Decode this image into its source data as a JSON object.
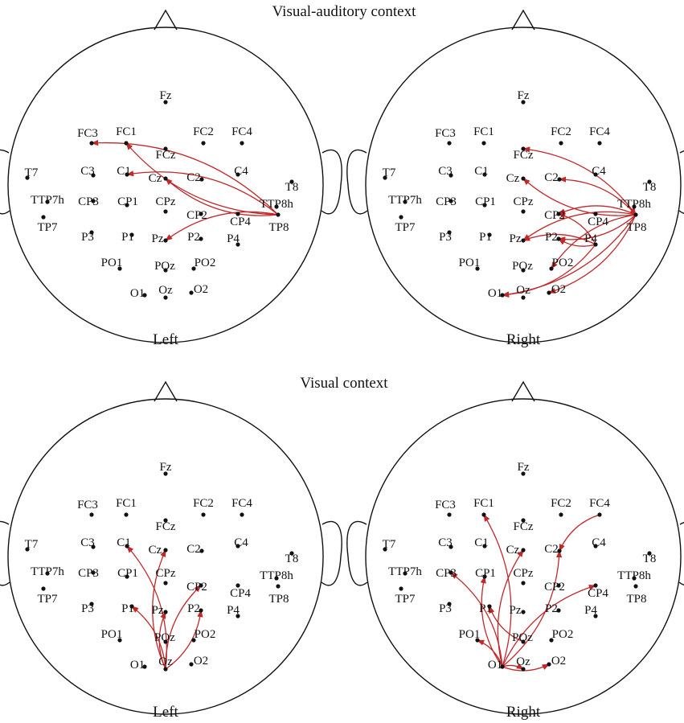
{
  "titles": {
    "top": "Visual-auditory context",
    "bottom": "Visual context"
  },
  "colors": {
    "connection": "#c0282a",
    "electrode": "#111111",
    "outline": "#111111"
  },
  "panels": [
    {
      "id": "va-left",
      "caption": "Left",
      "hidden": [],
      "labels": {},
      "connections": [
        [
          "TP8",
          "FC3"
        ],
        [
          "TP8",
          "FC1"
        ],
        [
          "TP8",
          "C1"
        ],
        [
          "TP8",
          "Cz"
        ],
        [
          "TP8",
          "Pz"
        ]
      ]
    },
    {
      "id": "va-right",
      "caption": "Right",
      "hidden": [],
      "labels": {},
      "connections": [
        [
          "TP8",
          "FCz"
        ],
        [
          "TP8",
          "Cz"
        ],
        [
          "TP8",
          "C2"
        ],
        [
          "TP8",
          "TTP8h"
        ],
        [
          "TP8",
          "CP2"
        ],
        [
          "TP8",
          "P2"
        ],
        [
          "TP8",
          "Pz"
        ],
        [
          "TP8",
          "O1"
        ],
        [
          "TP8",
          "PO2"
        ],
        [
          "TP8",
          "O2"
        ],
        [
          "P4",
          "CP2"
        ],
        [
          "P4",
          "P2"
        ],
        [
          "P4",
          "Pz"
        ],
        [
          "P4",
          "O1"
        ]
      ]
    },
    {
      "id": "v-left",
      "caption": "Left",
      "hidden": [],
      "labels": {},
      "connections": [
        [
          "Oz",
          "C1"
        ],
        [
          "Oz",
          "Cz"
        ],
        [
          "Oz",
          "P1"
        ],
        [
          "Oz",
          "Pz"
        ],
        [
          "Oz",
          "P2"
        ],
        [
          "Oz",
          "CP2"
        ]
      ]
    },
    {
      "id": "v-right",
      "caption": "Right",
      "hidden": [],
      "labels": {},
      "connections": [
        [
          "O1",
          "FC1"
        ],
        [
          "O1",
          "Cz"
        ],
        [
          "O1",
          "C2"
        ],
        [
          "O1",
          "CP1"
        ],
        [
          "O1",
          "PO1"
        ],
        [
          "O1",
          "Oz"
        ],
        [
          "O1",
          "O2"
        ],
        [
          "O1",
          "CP4"
        ],
        [
          "O1",
          "CP3"
        ],
        [
          "POz",
          "P1"
        ],
        [
          "FC4",
          "C2"
        ]
      ]
    }
  ],
  "electrode_names": [
    "Fz",
    "FC3",
    "FC1",
    "FC2",
    "FC4",
    "FCz",
    "T7",
    "C3",
    "C1",
    "Cz",
    "C2",
    "C4",
    "T8",
    "TTP7h",
    "TTP8h",
    "CP3",
    "CP1",
    "CPz",
    "CP2",
    "CP4",
    "TP7",
    "TP8",
    "P3",
    "P1",
    "Pz",
    "P2",
    "P4",
    "PO1",
    "POz",
    "PO2",
    "O1",
    "Oz",
    "O2"
  ]
}
